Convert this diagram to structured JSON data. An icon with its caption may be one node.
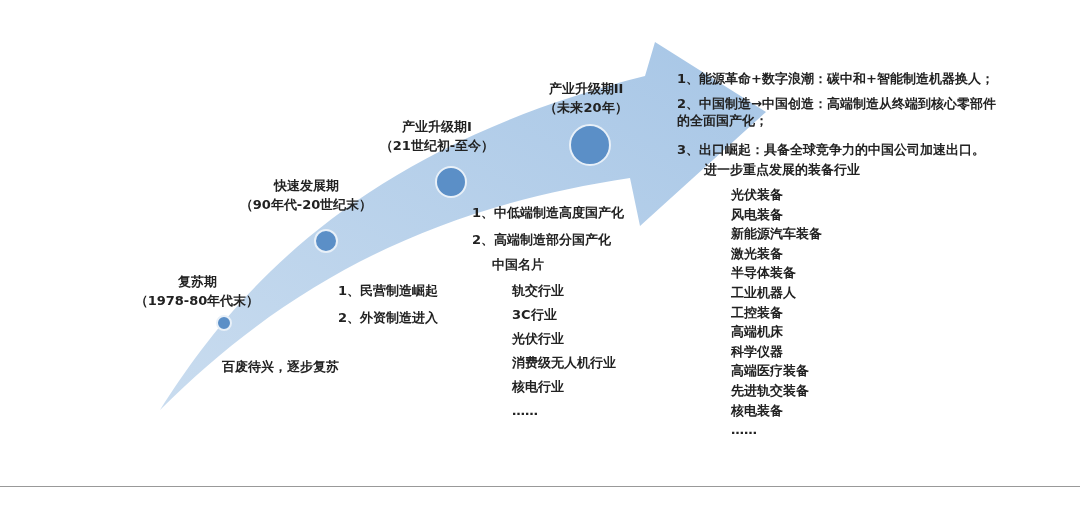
{
  "diagram": {
    "nodes": [
      {
        "text": [],
        "shape": "circle",
        "beside": [
          "复苏期",
          "（1978-80年代末）",
          "百废待兴，逐步复苏"
        ]
      },
      {
        "text": [],
        "shape": "circle",
        "beside": [
          "快速发展期",
          "（90年代-20世纪末）",
          "1、民营制造崛起",
          "2、外资制造进入"
        ]
      },
      {
        "text": [],
        "shape": "circle",
        "beside": [
          "产业升级期I",
          "（21世纪初-至今）",
          "1、中低端制造高度国产化",
          "2、高端制造部分国产化",
          "中国名片",
          "轨交行业",
          "3C行业",
          "光伏行业",
          "消费级无人机行业",
          "核电行业",
          "……"
        ]
      },
      {
        "text": [],
        "shape": "circle",
        "beside": [
          "产业升级期II",
          "（未来20年）",
          "1、能源革命+数字浪潮：碳中和+智能制造机器换人；",
          "2、中国制造→中国创造：高端制造从终端到核心零部件的全面国产化；",
          "3、出口崛起：具备全球竞争力的中国公司加速出口。",
          "进一步重点发展的装备行业",
          "光伏装备",
          "风电装备",
          "新能源汽车装备",
          "激光装备",
          "半导体装备",
          "工业机器人",
          "工控装备",
          "高端机床",
          "科学仪器",
          "高端医疗装备",
          "先进轨交装备",
          "核电装备",
          "……"
        ]
      }
    ],
    "edges": []
  }
}
